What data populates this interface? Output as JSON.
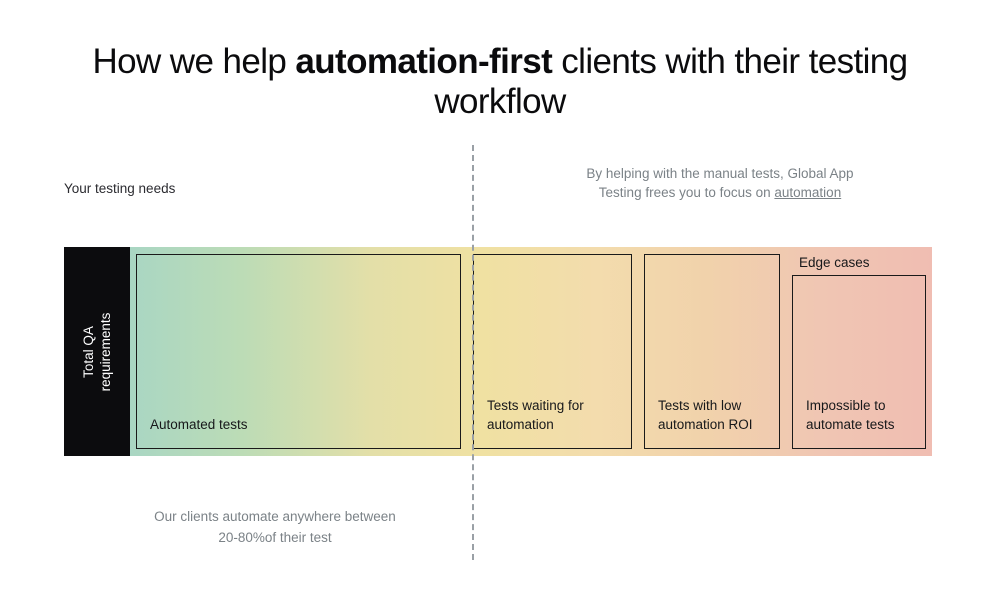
{
  "title": {
    "before": "How we help ",
    "emphasis": "automation-first",
    "after": " clients with their testing workflow"
  },
  "annotations": {
    "left_label": "Your testing needs",
    "right_note_line1": "By helping with the manual tests, Global App",
    "right_note_line2": "Testing frees you to focus on ",
    "right_note_link": "automation",
    "bottom_note_line1": "Our clients automate anywhere between",
    "bottom_note_line2": "20-80%of their test"
  },
  "bar": {
    "axis_label_line1": "Total QA",
    "axis_label_line2": "requirements",
    "axis_bg": "#0c0c0e",
    "gradient_stops": [
      "#a9d6c3",
      "#e3dfa8",
      "#f0e1a2",
      "#f1d2ab",
      "#f0bdb2"
    ],
    "segments": [
      {
        "label": "Automated tests",
        "extra_label": ""
      },
      {
        "label": "Tests waiting for automation",
        "extra_label": ""
      },
      {
        "label": "Tests with low automation ROI",
        "extra_label": ""
      },
      {
        "label": "Impossible to automate tests",
        "extra_label": "Edge cases"
      }
    ]
  }
}
